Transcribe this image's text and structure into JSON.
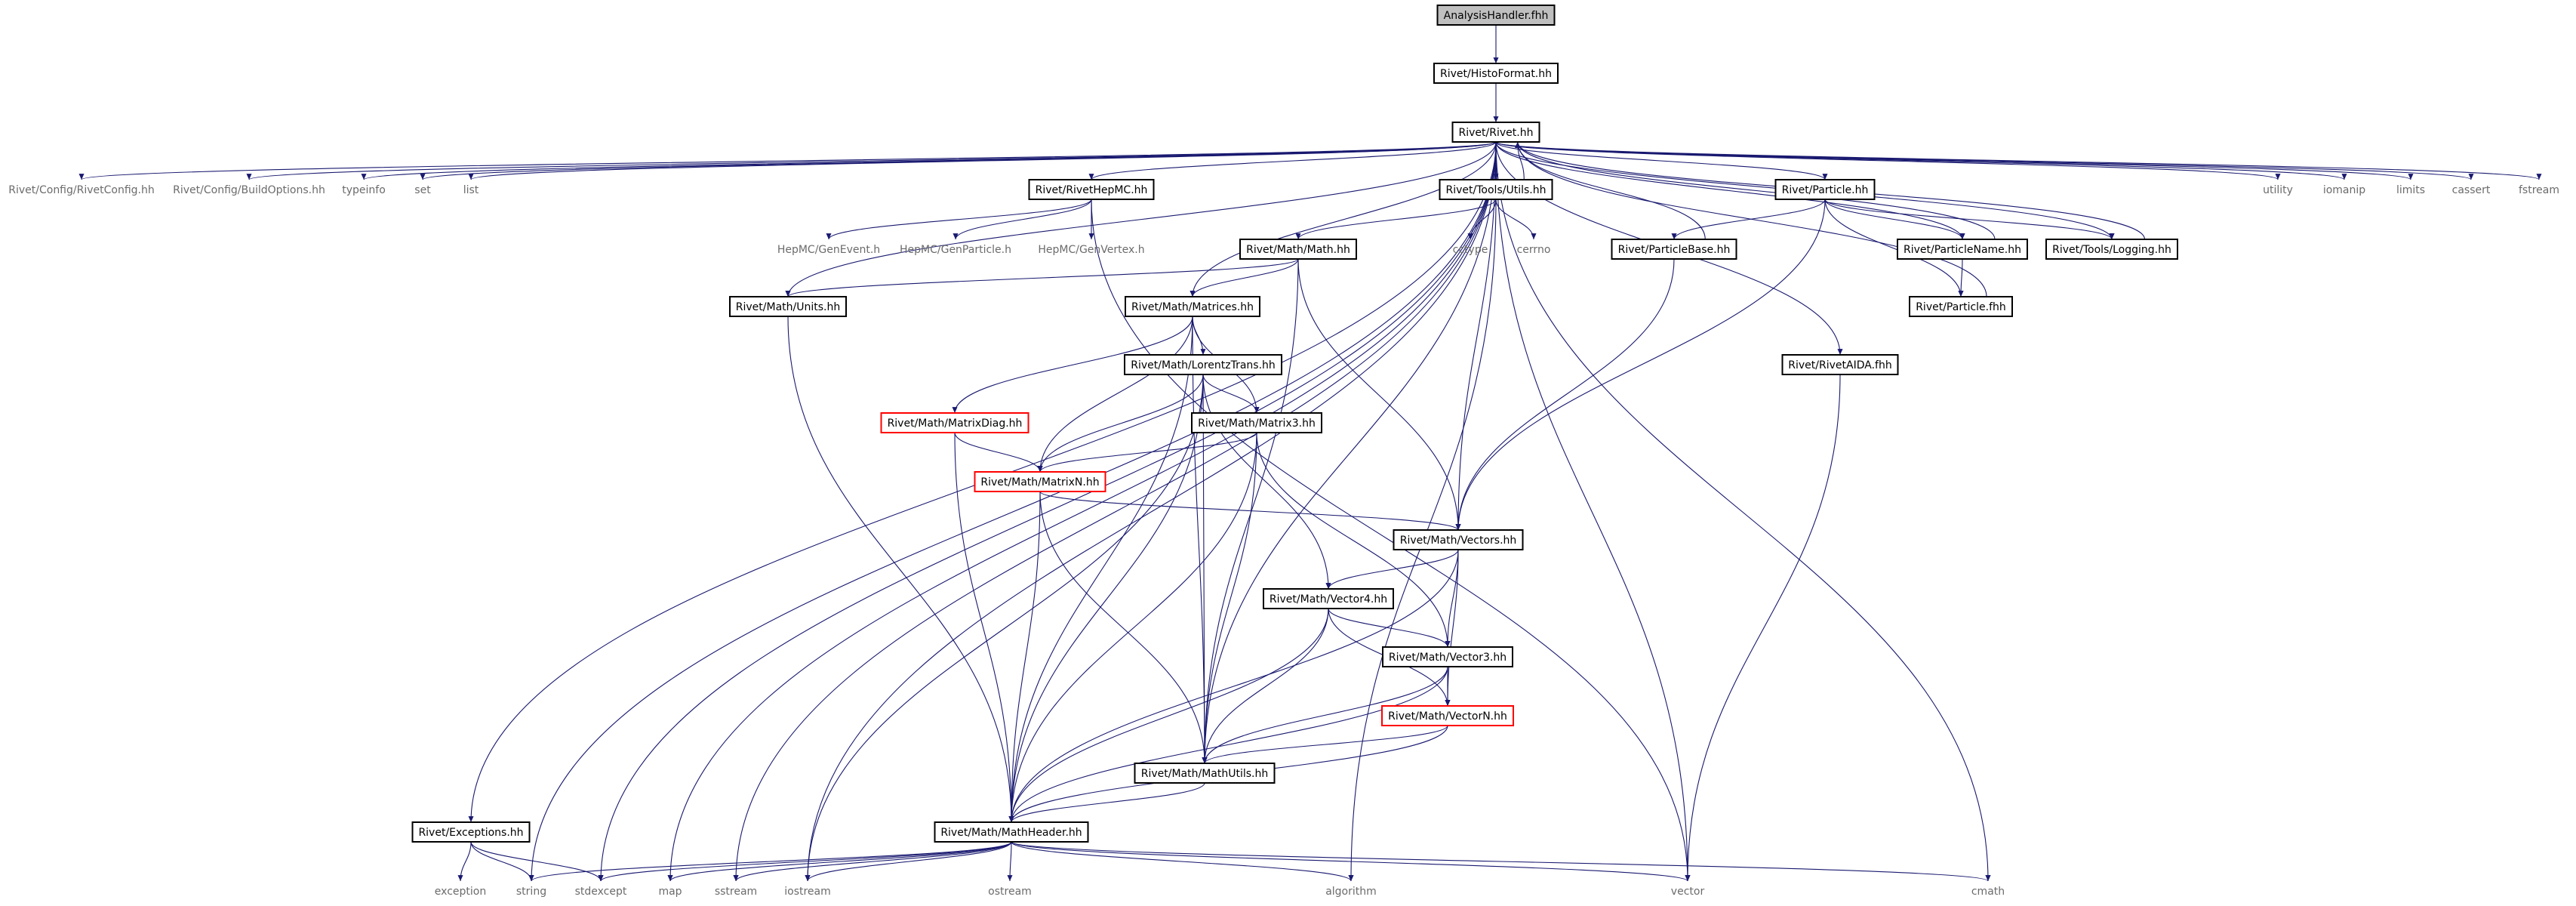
{
  "graph_title": "",
  "colors": {
    "edge": "#191970",
    "node_border": "#000000",
    "node_border_red": "#ff0000",
    "root_fill": "#bfbfbf",
    "node_fill": "#ffffff",
    "system_text": "#6b6b6b"
  },
  "nodes": [
    {
      "id": "root",
      "label": "AnalysisHandler.fhh",
      "style": "root"
    },
    {
      "id": "histoformat",
      "label": "Rivet/HistoFormat.hh",
      "style": "box"
    },
    {
      "id": "rivet",
      "label": "Rivet/Rivet.hh",
      "style": "box"
    },
    {
      "id": "rivetconfig",
      "label": "Rivet/Config/RivetConfig.hh",
      "style": "text"
    },
    {
      "id": "buildoptions",
      "label": "Rivet/Config/BuildOptions.hh",
      "style": "text"
    },
    {
      "id": "typeinfo",
      "label": "typeinfo",
      "style": "text"
    },
    {
      "id": "set",
      "label": "set",
      "style": "text"
    },
    {
      "id": "list",
      "label": "list",
      "style": "text"
    },
    {
      "id": "rivethepmc",
      "label": "Rivet/RivetHepMC.hh",
      "style": "box"
    },
    {
      "id": "toolsutils",
      "label": "Rivet/Tools/Utils.hh",
      "style": "box"
    },
    {
      "id": "particle",
      "label": "Rivet/Particle.hh",
      "style": "box"
    },
    {
      "id": "utility",
      "label": "utility",
      "style": "text"
    },
    {
      "id": "iomanip",
      "label": "iomanip",
      "style": "text"
    },
    {
      "id": "limits",
      "label": "limits",
      "style": "text"
    },
    {
      "id": "cassert",
      "label": "cassert",
      "style": "text"
    },
    {
      "id": "fstream",
      "label": "fstream",
      "style": "text"
    },
    {
      "id": "genevent",
      "label": "HepMC/GenEvent.h",
      "style": "text"
    },
    {
      "id": "genparticle",
      "label": "HepMC/GenParticle.h",
      "style": "text"
    },
    {
      "id": "genvertex",
      "label": "HepMC/GenVertex.h",
      "style": "text"
    },
    {
      "id": "cctype",
      "label": "cctype",
      "style": "text"
    },
    {
      "id": "cerrno",
      "label": "cerrno",
      "style": "text"
    },
    {
      "id": "particlebase",
      "label": "Rivet/ParticleBase.hh",
      "style": "box"
    },
    {
      "id": "particlename",
      "label": "Rivet/ParticleName.hh",
      "style": "box"
    },
    {
      "id": "logging",
      "label": "Rivet/Tools/Logging.hh",
      "style": "box"
    },
    {
      "id": "mathmath",
      "label": "Rivet/Math/Math.hh",
      "style": "box"
    },
    {
      "id": "particlefhh",
      "label": "Rivet/Particle.fhh",
      "style": "box"
    },
    {
      "id": "units",
      "label": "Rivet/Math/Units.hh",
      "style": "box"
    },
    {
      "id": "matrices",
      "label": "Rivet/Math/Matrices.hh",
      "style": "box"
    },
    {
      "id": "lorentztrans",
      "label": "Rivet/Math/LorentzTrans.hh",
      "style": "box"
    },
    {
      "id": "rivetaida",
      "label": "Rivet/RivetAIDA.fhh",
      "style": "box"
    },
    {
      "id": "matrixdiag",
      "label": "Rivet/Math/MatrixDiag.hh",
      "style": "red"
    },
    {
      "id": "matrix3",
      "label": "Rivet/Math/Matrix3.hh",
      "style": "box"
    },
    {
      "id": "matrixn",
      "label": "Rivet/Math/MatrixN.hh",
      "style": "red"
    },
    {
      "id": "vectors",
      "label": "Rivet/Math/Vectors.hh",
      "style": "box"
    },
    {
      "id": "vector4",
      "label": "Rivet/Math/Vector4.hh",
      "style": "box"
    },
    {
      "id": "vector3",
      "label": "Rivet/Math/Vector3.hh",
      "style": "box"
    },
    {
      "id": "vectorn",
      "label": "Rivet/Math/VectorN.hh",
      "style": "red"
    },
    {
      "id": "mathutils",
      "label": "Rivet/Math/MathUtils.hh",
      "style": "box"
    },
    {
      "id": "exceptions",
      "label": "Rivet/Exceptions.hh",
      "style": "box"
    },
    {
      "id": "mathheader",
      "label": "Rivet/Math/MathHeader.hh",
      "style": "box"
    },
    {
      "id": "exception",
      "label": "exception",
      "style": "text"
    },
    {
      "id": "string",
      "label": "string",
      "style": "text"
    },
    {
      "id": "stdexcept",
      "label": "stdexcept",
      "style": "text"
    },
    {
      "id": "map",
      "label": "map",
      "style": "text"
    },
    {
      "id": "sstream",
      "label": "sstream",
      "style": "text"
    },
    {
      "id": "iostream",
      "label": "iostream",
      "style": "text"
    },
    {
      "id": "ostream",
      "label": "ostream",
      "style": "text"
    },
    {
      "id": "algorithm",
      "label": "algorithm",
      "style": "text"
    },
    {
      "id": "vector",
      "label": "vector",
      "style": "text"
    },
    {
      "id": "cmath",
      "label": "cmath",
      "style": "text"
    }
  ],
  "edges": [
    [
      "root",
      "histoformat"
    ],
    [
      "histoformat",
      "rivet"
    ],
    [
      "rivet",
      "rivetconfig"
    ],
    [
      "rivet",
      "buildoptions"
    ],
    [
      "rivet",
      "typeinfo"
    ],
    [
      "rivet",
      "set"
    ],
    [
      "rivet",
      "list"
    ],
    [
      "rivet",
      "rivethepmc"
    ],
    [
      "rivet",
      "toolsutils"
    ],
    [
      "rivet",
      "particle"
    ],
    [
      "rivet",
      "utility"
    ],
    [
      "rivet",
      "iomanip"
    ],
    [
      "rivet",
      "limits"
    ],
    [
      "rivet",
      "cassert"
    ],
    [
      "rivet",
      "fstream"
    ],
    [
      "rivet",
      "cmath"
    ],
    [
      "rivet",
      "exceptions"
    ],
    [
      "rivet",
      "string"
    ],
    [
      "rivet",
      "stdexcept"
    ],
    [
      "rivet",
      "map"
    ],
    [
      "rivet",
      "sstream"
    ],
    [
      "rivet",
      "iostream"
    ],
    [
      "rivet",
      "units"
    ],
    [
      "rivet",
      "matrices"
    ],
    [
      "rivet",
      "mathutils"
    ],
    [
      "rivet",
      "vectors"
    ],
    [
      "rivet",
      "vector"
    ],
    [
      "rivet",
      "rivetaida"
    ],
    [
      "rivet",
      "particlename"
    ],
    [
      "rivet",
      "logging"
    ],
    [
      "toolsutils",
      "rivet"
    ],
    [
      "particlebase",
      "rivet"
    ],
    [
      "particlefhh",
      "rivet"
    ],
    [
      "particlename",
      "rivet"
    ],
    [
      "logging",
      "rivet"
    ],
    [
      "rivethepmc",
      "genevent"
    ],
    [
      "rivethepmc",
      "genparticle"
    ],
    [
      "rivethepmc",
      "genvertex"
    ],
    [
      "rivethepmc",
      "vector"
    ],
    [
      "toolsutils",
      "cctype"
    ],
    [
      "toolsutils",
      "cerrno"
    ],
    [
      "toolsutils",
      "mathmath"
    ],
    [
      "toolsutils",
      "algorithm"
    ],
    [
      "particle",
      "particlebase"
    ],
    [
      "particle",
      "particlename"
    ],
    [
      "particle",
      "logging"
    ],
    [
      "particle",
      "particlefhh"
    ],
    [
      "particle",
      "vectors"
    ],
    [
      "particlename",
      "particlefhh"
    ],
    [
      "particlebase",
      "vectors"
    ],
    [
      "mathmath",
      "units"
    ],
    [
      "mathmath",
      "matrices"
    ],
    [
      "mathmath",
      "vectors"
    ],
    [
      "mathmath",
      "mathutils"
    ],
    [
      "units",
      "mathheader"
    ],
    [
      "matrices",
      "lorentztrans"
    ],
    [
      "matrices",
      "matrixdiag"
    ],
    [
      "matrices",
      "matrix3"
    ],
    [
      "matrices",
      "matrixn"
    ],
    [
      "matrices",
      "mathheader"
    ],
    [
      "matrices",
      "mathutils"
    ],
    [
      "lorentztrans",
      "matrix3"
    ],
    [
      "lorentztrans",
      "matrixn"
    ],
    [
      "lorentztrans",
      "vector4"
    ],
    [
      "lorentztrans",
      "mathutils"
    ],
    [
      "lorentztrans",
      "mathheader"
    ],
    [
      "lorentztrans",
      "iostream"
    ],
    [
      "matrixdiag",
      "matrixn"
    ],
    [
      "matrixdiag",
      "mathheader"
    ],
    [
      "matrix3",
      "matrixn"
    ],
    [
      "matrix3",
      "vector3"
    ],
    [
      "matrix3",
      "mathutils"
    ],
    [
      "matrix3",
      "mathheader"
    ],
    [
      "matrixn",
      "vectors"
    ],
    [
      "matrixn",
      "mathutils"
    ],
    [
      "matrixn",
      "mathheader"
    ],
    [
      "vectors",
      "vector4"
    ],
    [
      "vectors",
      "vector3"
    ],
    [
      "vectors",
      "vectorn"
    ],
    [
      "vectors",
      "mathheader"
    ],
    [
      "vector4",
      "vector3"
    ],
    [
      "vector4",
      "vectorn"
    ],
    [
      "vector4",
      "mathutils"
    ],
    [
      "vector4",
      "mathheader"
    ],
    [
      "vector3",
      "vectorn"
    ],
    [
      "vector3",
      "mathutils"
    ],
    [
      "vector3",
      "mathheader"
    ],
    [
      "vectorn",
      "mathutils"
    ],
    [
      "vectorn",
      "mathheader"
    ],
    [
      "mathutils",
      "mathheader"
    ],
    [
      "rivetaida",
      "vector"
    ],
    [
      "exceptions",
      "exception"
    ],
    [
      "exceptions",
      "string"
    ],
    [
      "exceptions",
      "stdexcept"
    ],
    [
      "mathheader",
      "string"
    ],
    [
      "mathheader",
      "stdexcept"
    ],
    [
      "mathheader",
      "map"
    ],
    [
      "mathheader",
      "sstream"
    ],
    [
      "mathheader",
      "iostream"
    ],
    [
      "mathheader",
      "ostream"
    ],
    [
      "mathheader",
      "algorithm"
    ],
    [
      "mathheader",
      "vector"
    ],
    [
      "mathheader",
      "cmath"
    ]
  ]
}
